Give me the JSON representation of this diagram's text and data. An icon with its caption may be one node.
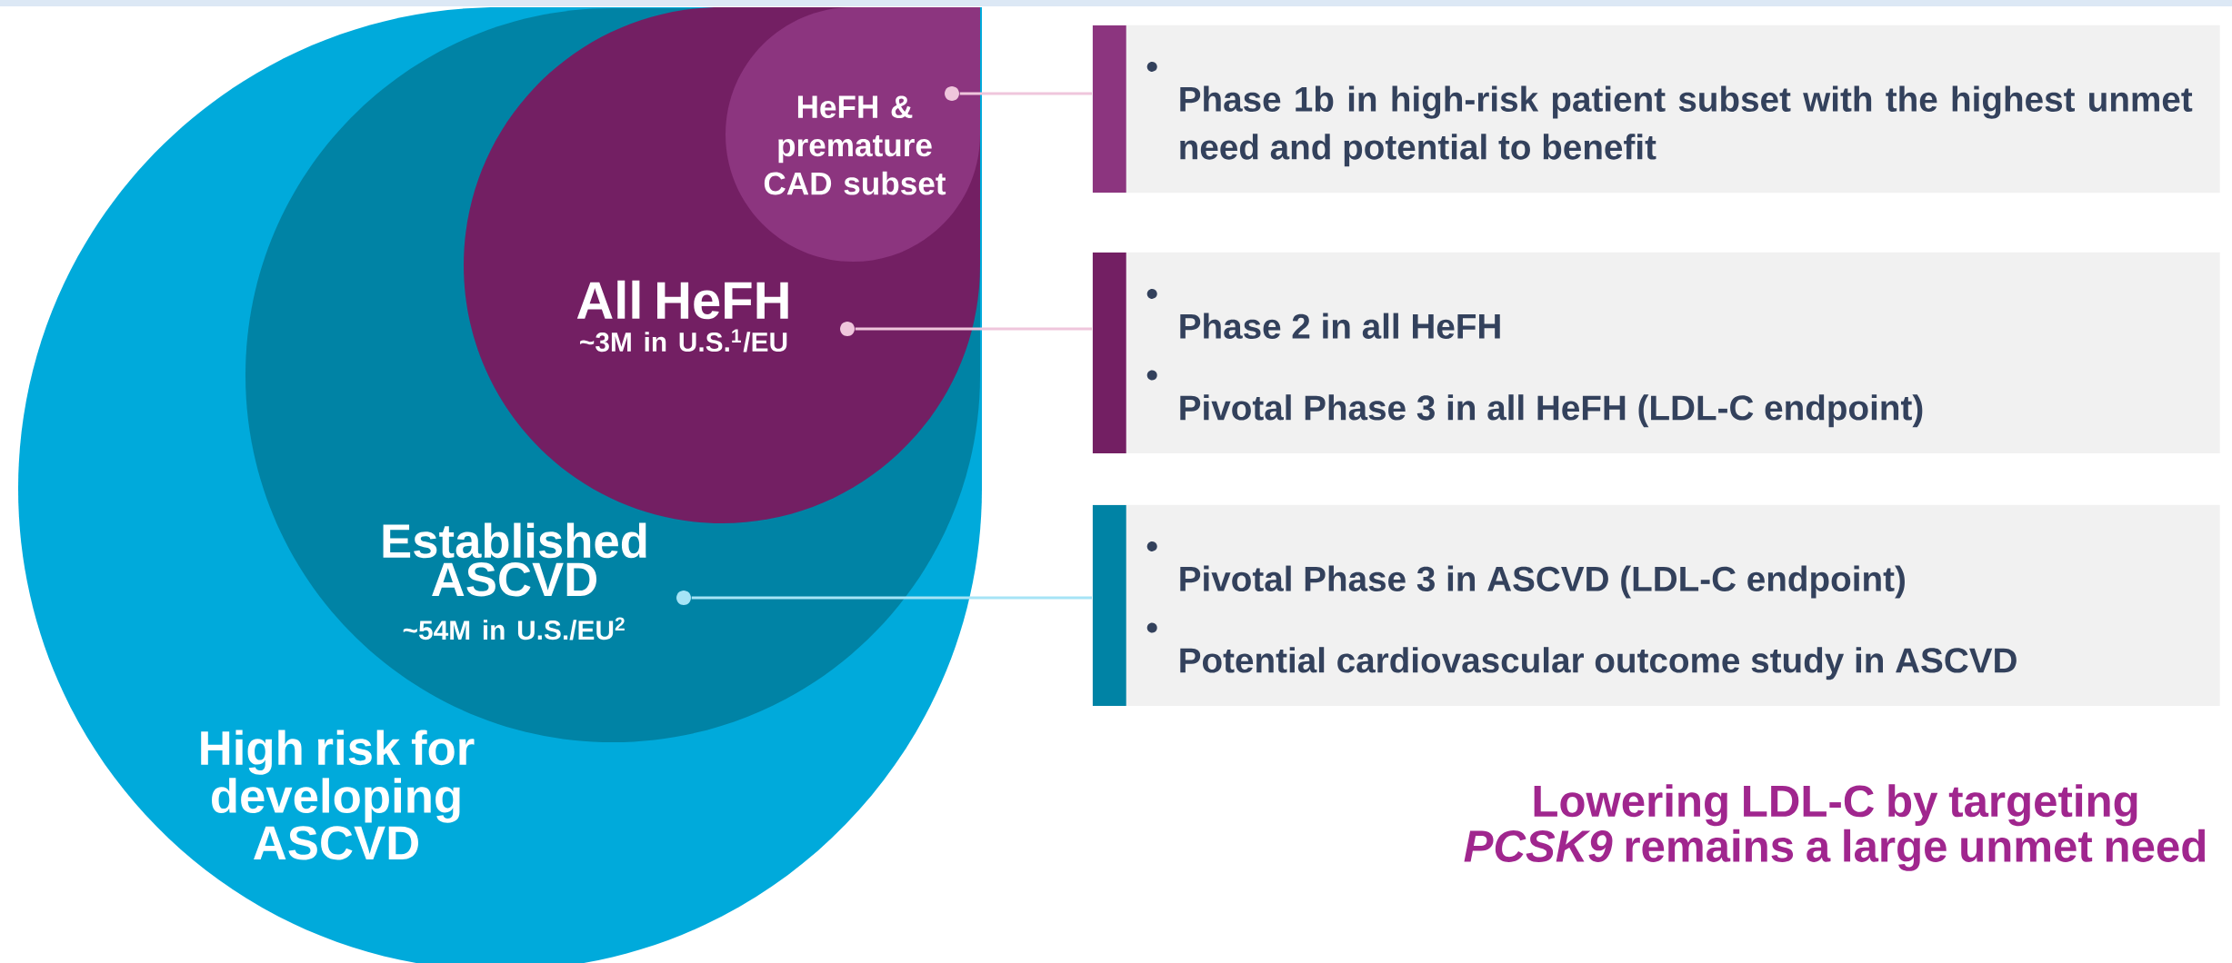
{
  "diagram": {
    "nodes": [
      {
        "text": [
          "High risk for developing ASCVD"
        ]
      },
      {
        "text": [
          "Established ASCVD",
          "~54M in U.S./EU$^{2}$"
        ],
        "in": 0
      },
      {
        "text": [
          "All HeFH",
          "~3M in U.S.$^{1}$/EU"
        ],
        "in": 1
      },
      {
        "text": [
          "HeFH & premature CAD subset"
        ],
        "in": 2
      },
      {
        "text": [
          "Phase 1b in high-risk patient subset with the highest unmet need and potential to benefit"
        ]
      },
      {
        "text": [
          "Phase 2 in all HeFH",
          "Pivotal Phase 3 in all HeFH (LDL-C endpoint)"
        ]
      },
      {
        "text": [
          "Pivotal Phase 3 in ASCVD (LDL-C endpoint)",
          "Potential cardiovascular outcome study in ASCVD"
        ]
      },
      {
        "text": [],
        "shape": "circle",
        "in": 3
      },
      {
        "text": [],
        "shape": "circle",
        "in": 2
      },
      {
        "text": [],
        "shape": "circle",
        "in": 1
      }
    ],
    "edges": [
      {
        "from": 7,
        "to": 4,
        "arrow": "none"
      },
      {
        "from": 8,
        "to": 5,
        "arrow": "none"
      },
      {
        "from": 9,
        "to": 6,
        "arrow": "none",
        "color": "#a6e4f6"
      }
    ],
    "labels": [
      "Lowering LDL-C by targeting *PCSK9* remains a large unmet need"
    ]
  }
}
